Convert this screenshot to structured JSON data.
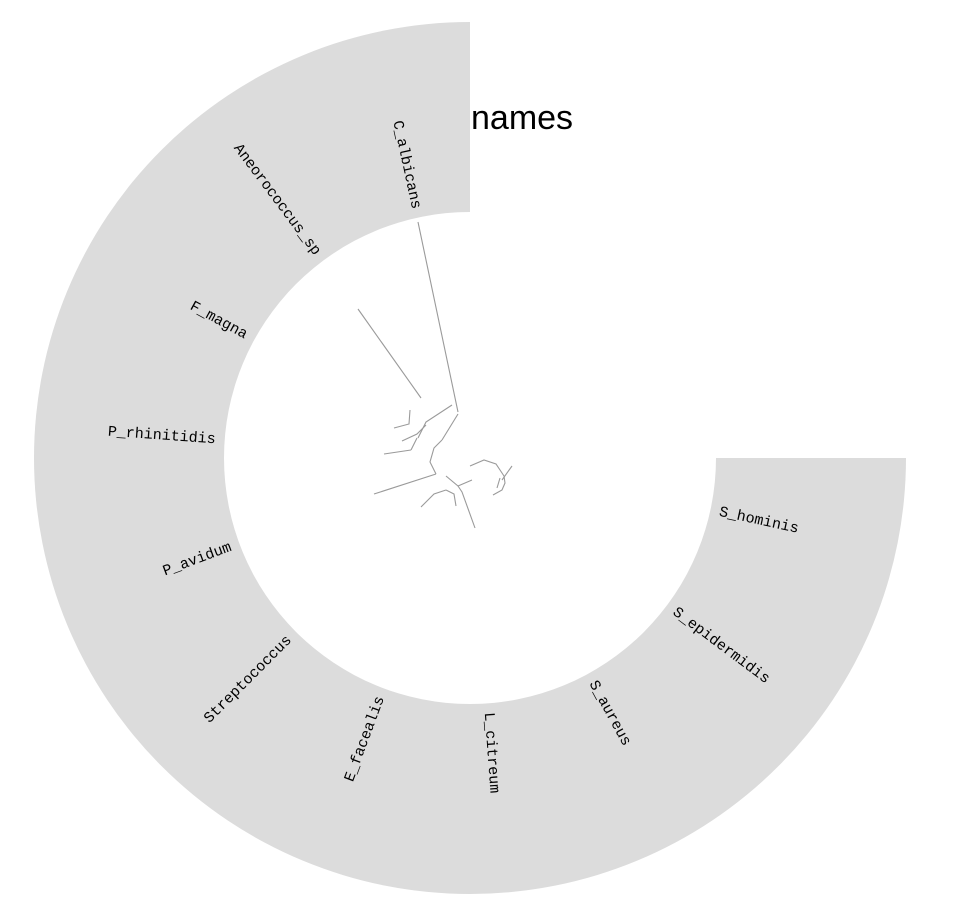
{
  "ring": {
    "title": "names",
    "fill_color": "#dcdcdc",
    "label_color": "#000000"
  },
  "tree": {
    "branch_color": "#9a9a9a"
  },
  "leaves": [
    {
      "id": "C_albicans",
      "label": "C_albicans"
    },
    {
      "id": "Aneorococcus_sp",
      "label": "Aneorococcus_sp"
    },
    {
      "id": "F_magna",
      "label": "F_magna"
    },
    {
      "id": "P_rhinitidis",
      "label": "P_rhinitidis"
    },
    {
      "id": "P_avidum",
      "label": "P_avidum"
    },
    {
      "id": "Streptococcus",
      "label": "Streptococcus"
    },
    {
      "id": "E_facealis",
      "label": "E_facealis"
    },
    {
      "id": "L_citreum",
      "label": "L_citreum"
    },
    {
      "id": "S_aureus",
      "label": "S_aureus"
    },
    {
      "id": "S_epidermidis",
      "label": "S_epidermidis"
    },
    {
      "id": "S_hominis",
      "label": "S_hominis"
    }
  ]
}
